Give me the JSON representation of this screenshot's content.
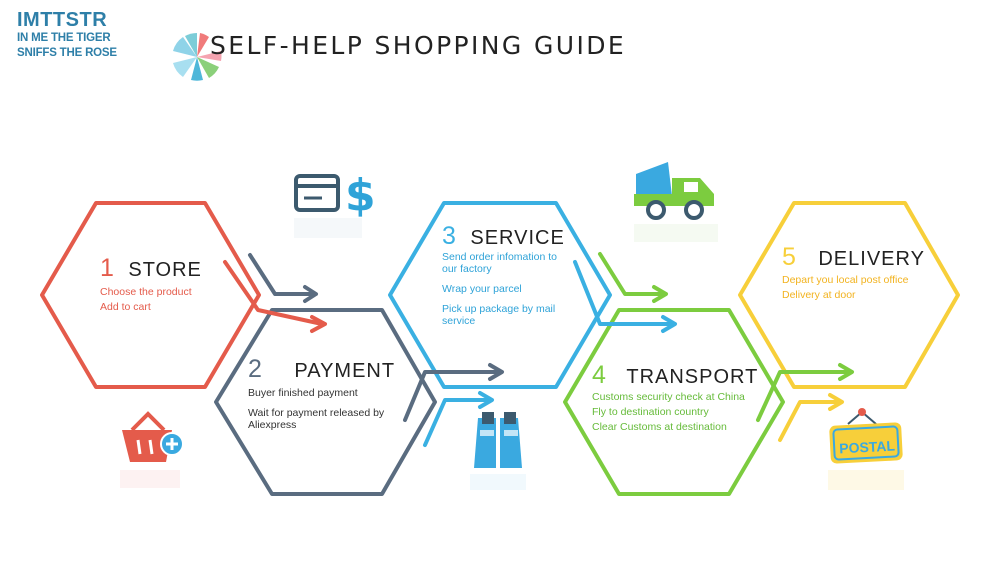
{
  "brand": {
    "name": "IMTTSTR",
    "line1": "IN ME THE TIGER",
    "line2": "SNIFFS THE ROSE"
  },
  "title": "SELF-HELP SHOPPING GUIDE",
  "colors": {
    "store": "#e45b4b",
    "payment": "#5a6c80",
    "service": "#3ab0e2",
    "transport": "#7ccc3f",
    "delivery": "#f7cf3a"
  },
  "steps": [
    {
      "num": "1",
      "name": "STORE",
      "lines": [
        "Choose the product",
        "Add to cart"
      ],
      "icon": "shopping-basket-icon"
    },
    {
      "num": "2",
      "name": "PAYMENT",
      "lines": [
        "Buyer finished payment",
        "Wait for payment released by Aliexpress"
      ],
      "icon": "credit-card-dollar-icon"
    },
    {
      "num": "3",
      "name": "SERVICE",
      "lines": [
        "Send order infomation to our factory",
        "Wrap your parcel",
        "Pick up package by mail service"
      ],
      "icon": "parcel-package-icon"
    },
    {
      "num": "4",
      "name": "TRANSPORT",
      "lines": [
        "Customs security check at China",
        "Fly to destination country",
        "Clear Customs at destination"
      ],
      "icon": "delivery-truck-icon"
    },
    {
      "num": "5",
      "name": "DELIVERY",
      "lines": [
        "Depart you local post office",
        "Delivery at door"
      ],
      "icon": "postal-sign-icon"
    }
  ],
  "postal_sign": "POSTAL"
}
